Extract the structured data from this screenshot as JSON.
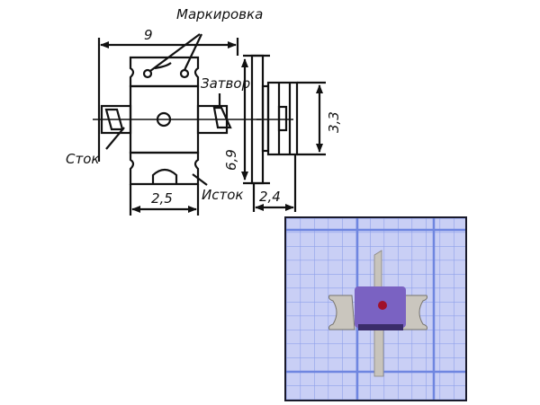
{
  "drawing": {
    "labels": {
      "marking": "Маркировка",
      "gate": "Затвор",
      "drain": "Сток",
      "source": "Исток"
    },
    "dimensions": {
      "width_total": "9",
      "source_width": "2,5",
      "height_body": "6,9",
      "thickness": "2,4",
      "lead_height": "3,3"
    },
    "colors": {
      "line": "#111111",
      "background": "#ffffff"
    }
  },
  "photo": {
    "colors": {
      "grid_background": "#c9cff5",
      "grid_line": "#7f93e6",
      "body": "#7a62c2",
      "dot": "#a0102a",
      "metal": "#c8c4bc",
      "border": "#1a1a2a"
    }
  }
}
